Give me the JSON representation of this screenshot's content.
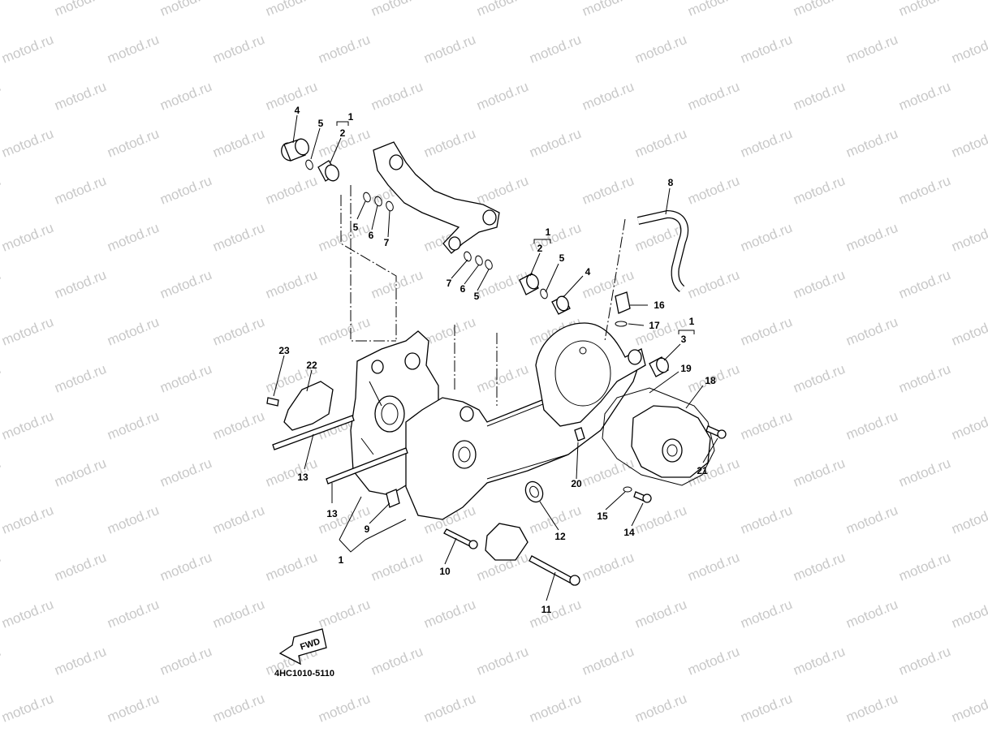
{
  "watermark": "motod.ru",
  "diagram_code": "4HC1010-5110",
  "fwd_label": "FWD",
  "callouts": [
    {
      "id": "c4a",
      "text": "4"
    },
    {
      "id": "c5a",
      "text": "5"
    },
    {
      "id": "c1a",
      "text": "1"
    },
    {
      "id": "c2a",
      "text": "2"
    },
    {
      "id": "c5b",
      "text": "5"
    },
    {
      "id": "c6a",
      "text": "6"
    },
    {
      "id": "c7a",
      "text": "7"
    },
    {
      "id": "c1b",
      "text": "1"
    },
    {
      "id": "c2b",
      "text": "2"
    },
    {
      "id": "c5c",
      "text": "5"
    },
    {
      "id": "c4b",
      "text": "4"
    },
    {
      "id": "c7b",
      "text": "7"
    },
    {
      "id": "c6b",
      "text": "6"
    },
    {
      "id": "c5d",
      "text": "5"
    },
    {
      "id": "c8",
      "text": "8"
    },
    {
      "id": "c16",
      "text": "16"
    },
    {
      "id": "c17",
      "text": "17"
    },
    {
      "id": "c1c",
      "text": "1"
    },
    {
      "id": "c3",
      "text": "3"
    },
    {
      "id": "c19",
      "text": "19"
    },
    {
      "id": "c18",
      "text": "18"
    },
    {
      "id": "c23",
      "text": "23"
    },
    {
      "id": "c22",
      "text": "22"
    },
    {
      "id": "c13a",
      "text": "13"
    },
    {
      "id": "c13b",
      "text": "13"
    },
    {
      "id": "c9",
      "text": "9"
    },
    {
      "id": "c1d",
      "text": "1"
    },
    {
      "id": "c10",
      "text": "10"
    },
    {
      "id": "c11",
      "text": "11"
    },
    {
      "id": "c12",
      "text": "12"
    },
    {
      "id": "c20",
      "text": "20"
    },
    {
      "id": "c15",
      "text": "15"
    },
    {
      "id": "c14",
      "text": "14"
    },
    {
      "id": "c21",
      "text": "21"
    }
  ]
}
